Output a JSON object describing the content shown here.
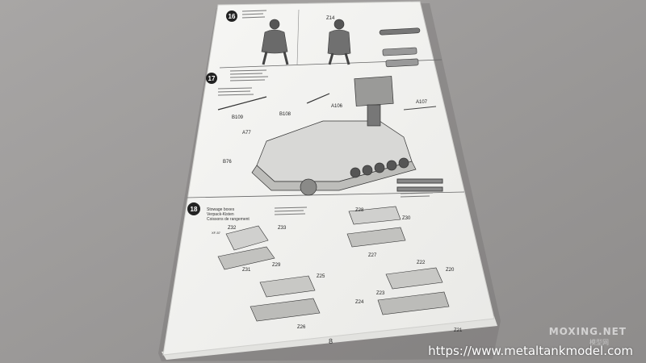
{
  "steps": {
    "s16": {
      "number": "16"
    },
    "s17": {
      "number": "17"
    },
    "s18": {
      "number": "18"
    }
  },
  "step18_titles": [
    "Stowage boxes",
    "Verpack-Kisten",
    "Coissons de rangement"
  ],
  "part_labels": [
    "Z28",
    "Z30",
    "Z27",
    "Z32",
    "Z33",
    "Z31",
    "Z29",
    "Z25",
    "Z26",
    "Z22",
    "Z20",
    "Z23",
    "Z24",
    "Z21",
    "A107",
    "A106",
    "B109",
    "B108",
    "A77",
    "B76",
    "Z14",
    "XF-57"
  ],
  "page_number": "8",
  "watermark": {
    "url": "https://www.metaltankmodel.com",
    "logo": "MOXING.NET",
    "logo_cn": "模型网"
  },
  "colors": {
    "background": "#9a9897",
    "paper": "#f4f4f2",
    "ink": "#333333"
  }
}
